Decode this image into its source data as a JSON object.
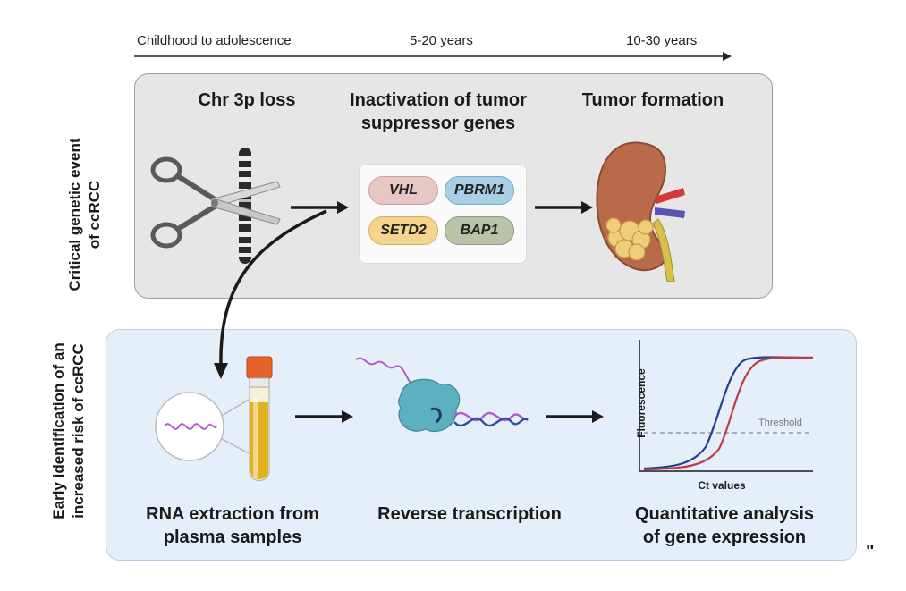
{
  "timeline": {
    "label_1": "Childhood to adolescence",
    "label_2": "5-20 years",
    "label_3": "10-30 years"
  },
  "top_panel": {
    "side_label_line1": "Critical genetic event",
    "side_label_line2": "of ccRCC",
    "step1_title": "Chr 3p loss",
    "step2_title_line1": "Inactivation of tumor",
    "step2_title_line2": "suppressor genes",
    "step3_title": "Tumor formation",
    "genes": [
      "VHL",
      "PBRM1",
      "SETD2",
      "BAP1"
    ],
    "gene_colors": [
      "#e7c6c3",
      "#a7cfe6",
      "#f5d58e",
      "#b9c3a8"
    ]
  },
  "bottom_panel": {
    "side_label_line1": "Early identification of an",
    "side_label_line2": "increased risk of ccRCC",
    "step1_line1": "RNA extraction from",
    "step1_line2": "plasma samples",
    "step2_title": "Reverse transcription",
    "step3_line1": "Quantitative analysis",
    "step3_line2": "of gene expression",
    "plot": {
      "ylabel": "Fluorescence",
      "xlabel": "Ct values",
      "threshold_label": "Threshold"
    }
  },
  "stray_mark": "\""
}
